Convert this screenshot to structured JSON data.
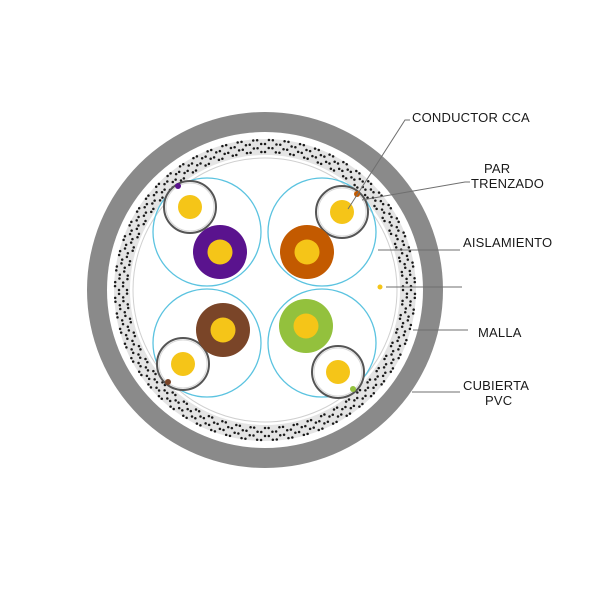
{
  "labels": {
    "conductor": "CONDUCTOR CCA",
    "par_1": "PAR",
    "par_2": "TRENZADO",
    "aislamiento": "AISLAMIENTO",
    "malla": "MALLA",
    "cubierta_1": "CUBIERTA",
    "cubierta_2": "PVC"
  },
  "colors": {
    "jacket": "#8a8a8a",
    "jacket_edge": "#7a7a7a",
    "inner_fill": "#ffffff",
    "shield_ring": "#dcdcdc",
    "shield_dots": "#1a1a1a",
    "pair_outline": "#5bc3e0",
    "conductor": "#f5c518",
    "purple": "#5a138e",
    "orange": "#c35a00",
    "brown": "#7a4528",
    "green": "#93c13d",
    "white_insulation": "#ffffff",
    "stripe_outline": "#555555"
  },
  "pairs": [
    {
      "name": "pair-top-left",
      "color": "purple"
    },
    {
      "name": "pair-top-right",
      "color": "orange"
    },
    {
      "name": "pair-bottom-left",
      "color": "brown"
    },
    {
      "name": "pair-bottom-right",
      "color": "green"
    }
  ]
}
